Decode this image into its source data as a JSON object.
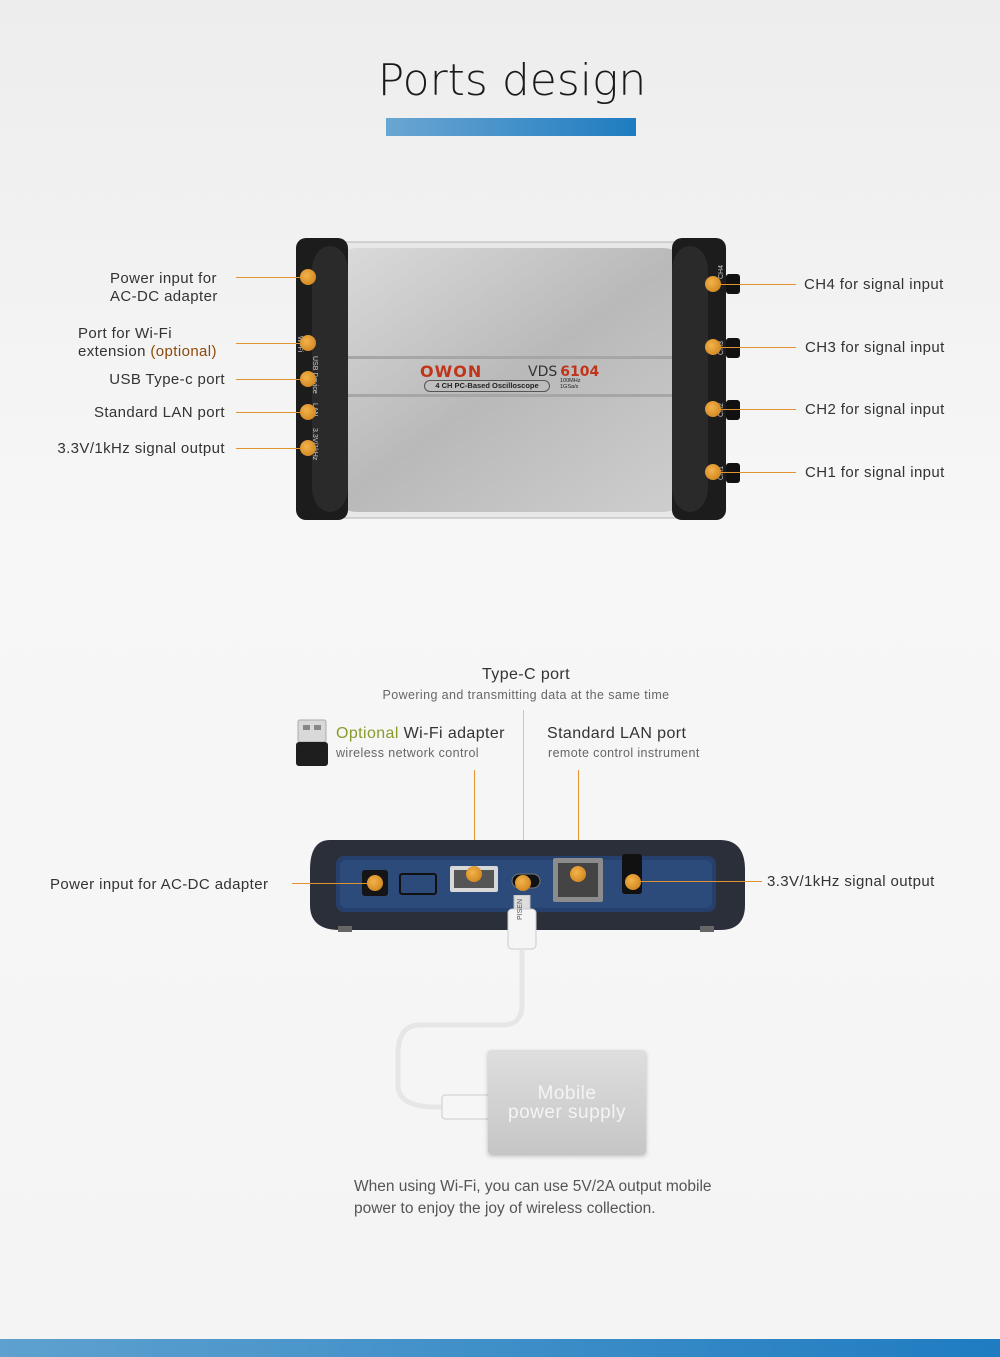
{
  "title": "Ports design",
  "device": {
    "brand": "OWON",
    "model_prefix": "VDS",
    "model_number": "6104",
    "subtitle": "4 CH PC-Based Oscilloscope",
    "spec_bandwidth": "100MHz",
    "spec_rate": "1GSa/s",
    "left_port_labels": [
      "Wi-Fi",
      "USB Device",
      "LAN",
      "3.3V/1kHz"
    ],
    "right_port_labels": [
      "CH4",
      "CH3",
      "CH2",
      "CH1"
    ]
  },
  "left_labels": {
    "power_line1": "Power input for",
    "power_line2": "AC-DC adapter",
    "wifi_line1": "Port for Wi-Fi",
    "wifi_line2": "extension",
    "wifi_optional": "(optional)",
    "usb": "USB Type-c port",
    "lan": "Standard LAN port",
    "signal": "3.3V/1kHz signal output"
  },
  "right_labels": {
    "ch4": "CH4 for signal input",
    "ch3": "CH3 for signal input",
    "ch2": "CH2 for signal input",
    "ch1": "CH1 for signal input"
  },
  "bottom": {
    "typec_title": "Type-C port",
    "typec_sub": "Powering and transmitting data at the same time",
    "wifi_optional": "Optional",
    "wifi_title": "Wi-Fi adapter",
    "wifi_sub": "wireless network control",
    "lan_title": "Standard LAN port",
    "lan_sub": "remote control instrument",
    "power_label": "Power input for AC-DC adapter",
    "signal_label": "3.3V/1kHz signal output",
    "mobile_line1": "Mobile",
    "mobile_line2": "power supply",
    "cable_brand": "PISEN",
    "note": "When using Wi-Fi, you can use 5V/2A output mobile power to enjoy the joy of wireless collection."
  },
  "colors": {
    "accent_orange": "#e0932e",
    "title_bar_blue": "#1f7cc1",
    "brand_red": "#c0341a"
  }
}
